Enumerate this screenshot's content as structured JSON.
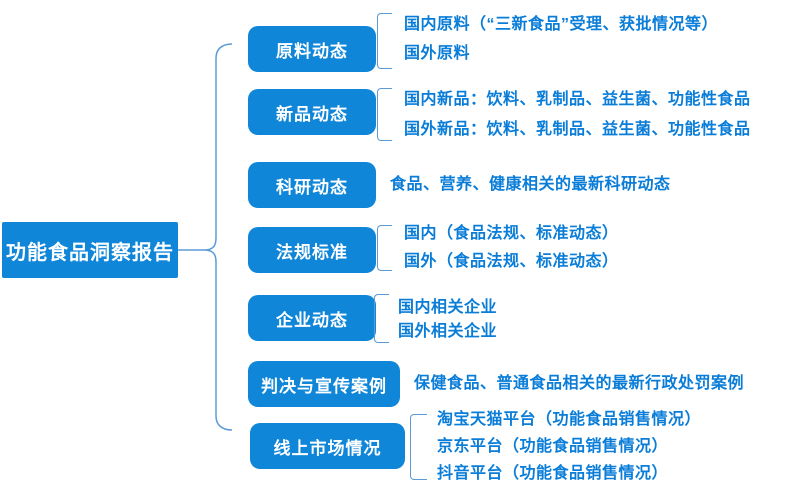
{
  "palette": {
    "node_fill": "#0f86d7",
    "node_text": "#ffffff",
    "child_text": "#0a7dd8",
    "connector_line": "#5b9bd5",
    "background": "#ffffff"
  },
  "root": {
    "label": "功能食品洞察报告"
  },
  "branches": [
    {
      "label": "原料动态",
      "children": [
        "国内原料（“三新食品”受理、获批情况等）",
        "国外原料"
      ]
    },
    {
      "label": "新品动态",
      "children": [
        "国内新品：饮料、乳制品、益生菌、功能性食品",
        "国外新品：饮料、乳制品、益生菌、功能性食品"
      ]
    },
    {
      "label": "科研动态",
      "children": [
        "食品、营养、健康相关的最新科研动态"
      ]
    },
    {
      "label": "法规标准",
      "children": [
        "国内（食品法规、标准动态）",
        "国外（食品法规、标准动态）"
      ]
    },
    {
      "label": "企业动态",
      "children": [
        "国内相关企业",
        "国外相关企业"
      ]
    },
    {
      "label": "判决与宣传案例",
      "children": [
        "保健食品、普通食品相关的最新行政处罚案例"
      ]
    },
    {
      "label": "线上市场情况",
      "children": [
        "淘宝天猫平台（功能食品销售情况）",
        "京东平台（功能食品销售情况）",
        "抖音平台（功能食品销售情况）"
      ]
    }
  ]
}
